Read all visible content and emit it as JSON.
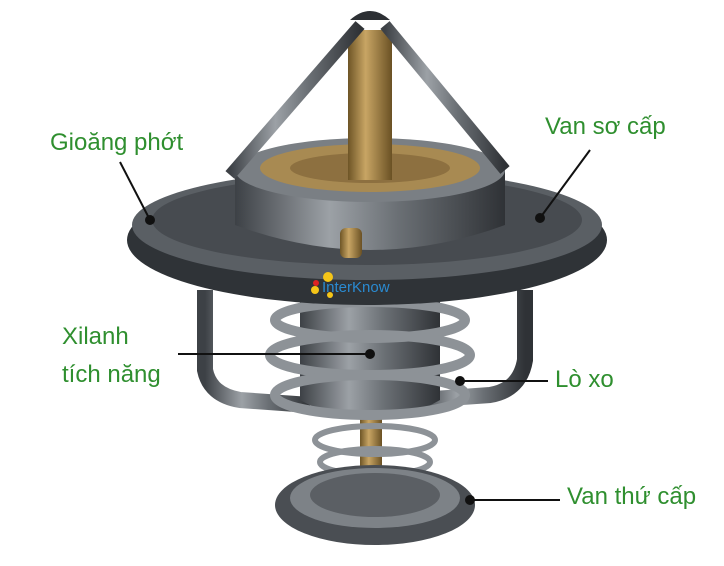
{
  "labels": {
    "gasket": "Gioăng phớt",
    "primary_valve": "Van sơ cấp",
    "cylinder_line1": "Xilanh",
    "cylinder_line2": "tích năng",
    "spring": "Lò xo",
    "secondary_valve": "Van thứ cấp"
  },
  "watermark": "InterKnow",
  "colors": {
    "label": "#2f8f2f",
    "leader": "#111111",
    "brass": "#a8874a",
    "steel": "#6f7479"
  }
}
